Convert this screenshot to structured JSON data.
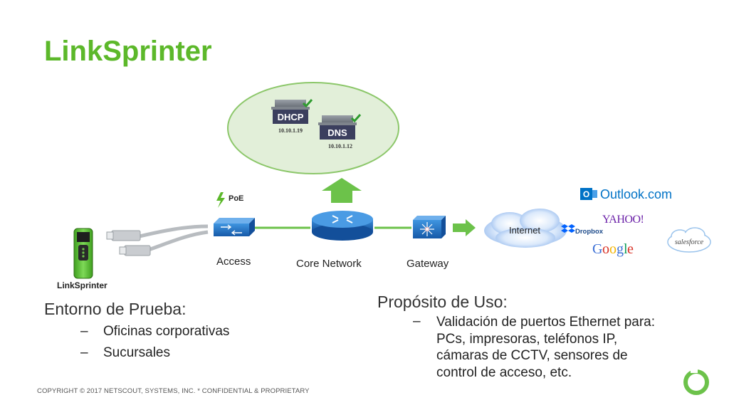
{
  "title": "LinkSprinter",
  "servers": {
    "dhcp": {
      "label": "DHCP",
      "ip": "10.10.1.19"
    },
    "dns": {
      "label": "DNS",
      "ip": "10.10.1.12"
    }
  },
  "poe_label": "PoE",
  "nodes": {
    "access": "Access",
    "core": "Core Network",
    "gateway": "Gateway",
    "internet": "Internet"
  },
  "device_label": "LinkSprinter",
  "cloud_services": {
    "outlook": "Outlook.com",
    "yahoo": "YAHOO!",
    "dropbox": "Dropbox",
    "google": "Google",
    "salesforce": "salesforce"
  },
  "left_section": {
    "heading": "Entorno de Prueba:",
    "items": [
      "Oficinas corporativas",
      "Sucursales"
    ]
  },
  "right_section": {
    "heading": "Propósito de Uso:",
    "item_lines": [
      "Validación de puertos Ethernet para:",
      "PCs, impresoras, teléfonos IP,",
      "cámaras de CCTV, sensores de",
      "control de acceso, etc."
    ]
  },
  "bullet_dash": "–",
  "copyright": "COPYRIGHT © 2017 NETSCOUT, SYSTEMS, INC.  *  CONFIDENTIAL & PROPRIETARY",
  "colors": {
    "brand_green": "#5cb82a",
    "link_green": "#6cc24a",
    "ellipse_fill": "#e2efd9",
    "ellipse_stroke": "#8cc76a",
    "device_blue": "#1f74c4",
    "outlook_blue": "#0072c6",
    "yahoo_purple": "#6b21a8",
    "dropbox_blue": "#0061fe"
  }
}
